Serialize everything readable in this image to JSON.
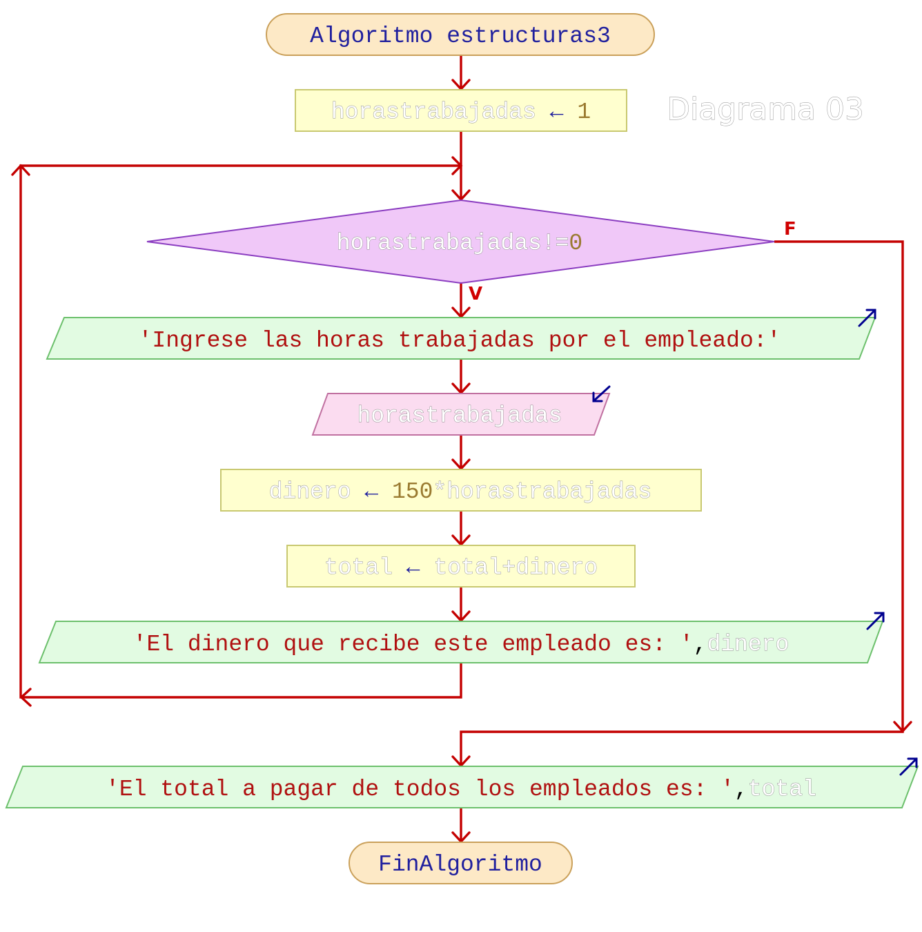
{
  "diagram_title": "Diagrama 03",
  "start": {
    "label": "Algoritmo estructuras3"
  },
  "init": {
    "var": "horastrabajadas",
    "arrow": "←",
    "value": "1"
  },
  "condition": {
    "expr": "horastrabajadas!=",
    "value": "0",
    "true_label": "V",
    "false_label": "F"
  },
  "loop": {
    "prompt": "'Ingrese las horas trabajadas por el empleado:'",
    "read_var": "horastrabajadas",
    "assign1": {
      "var": "dinero",
      "arrow": "←",
      "num": "150",
      "rest": "*horastrabajadas"
    },
    "assign2": {
      "var": "total",
      "arrow": "←",
      "expr": "total+dinero"
    },
    "output": {
      "text": "'El dinero que recibe este empleado es: '",
      "sep": ",",
      "var": "dinero"
    }
  },
  "final_output": {
    "text": "'El total a pagar de todos los empleados es: '",
    "sep": ",",
    "var": "total"
  },
  "end": {
    "label": "FinAlgoritmo"
  },
  "colors": {
    "flow": "#c40000",
    "terminal_fill": "#fde9c6",
    "terminal_stroke": "#caa05a",
    "process_fill": "#ffffcf",
    "process_stroke": "#c8c870",
    "decision_fill": "#f0c8f8",
    "decision_stroke": "#8a3cc0",
    "output_fill": "#e2fbe2",
    "output_stroke": "#6cc06c",
    "input_fill": "#fbdcf0",
    "input_stroke": "#c070a0"
  }
}
